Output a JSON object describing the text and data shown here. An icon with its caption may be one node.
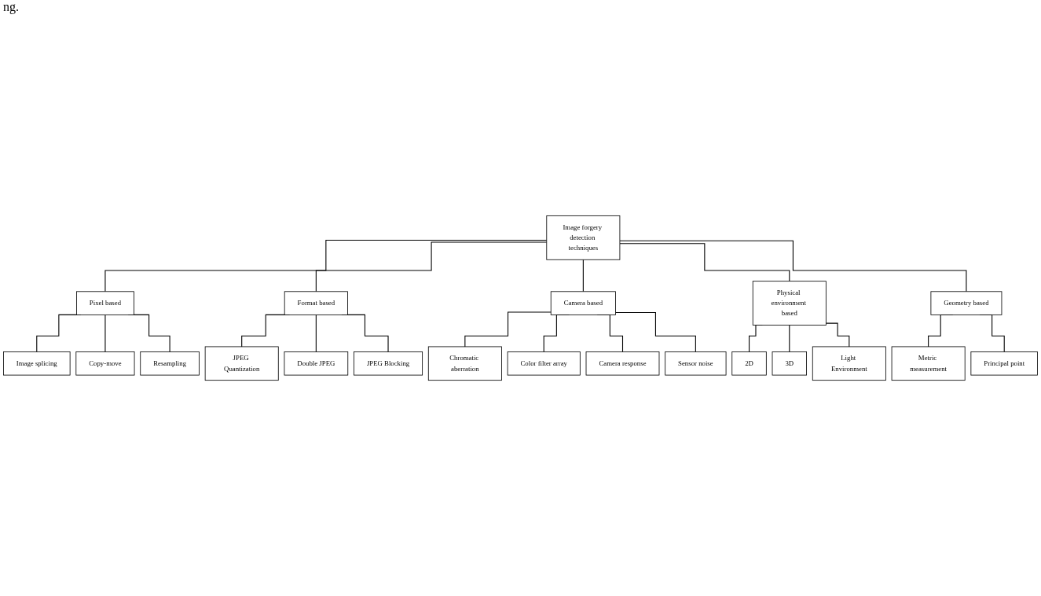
{
  "diagram": {
    "nodes": [
      {
        "text": [
          "Image forgery detection techniques"
        ]
      },
      {
        "text": [
          "Pixel based"
        ]
      },
      {
        "text": [
          "Format based"
        ]
      },
      {
        "text": [
          "Camera based"
        ]
      },
      {
        "text": [
          "Physical environment based"
        ]
      },
      {
        "text": [
          "Geometry based"
        ]
      },
      {
        "text": [
          "Image splicing"
        ]
      },
      {
        "text": [
          "Copy-move"
        ]
      },
      {
        "text": [
          "Resampling"
        ]
      },
      {
        "text": [
          "JPEG Quantization"
        ]
      },
      {
        "text": [
          "Double JPEG"
        ]
      },
      {
        "text": [
          "JPEG Blocking"
        ]
      },
      {
        "text": [
          "Chromatic aberration"
        ]
      },
      {
        "text": [
          "Color filter array"
        ]
      },
      {
        "text": [
          "Camera response"
        ]
      },
      {
        "text": [
          "Sensor noise"
        ]
      },
      {
        "text": [
          "2D"
        ]
      },
      {
        "text": [
          "3D"
        ]
      },
      {
        "text": [
          "Light Environment"
        ]
      },
      {
        "text": [
          "Metric measurement"
        ]
      },
      {
        "text": [
          "Principal point"
        ]
      }
    ],
    "edges": [
      {
        "from": 0,
        "to": 1,
        "arrow": "none"
      },
      {
        "from": 0,
        "to": 2,
        "arrow": "none"
      },
      {
        "from": 0,
        "to": 3,
        "arrow": "none"
      },
      {
        "from": 0,
        "to": 4,
        "arrow": "none"
      },
      {
        "from": 0,
        "to": 5,
        "arrow": "none"
      },
      {
        "from": 1,
        "to": 6,
        "arrow": "none"
      },
      {
        "from": 1,
        "to": 7,
        "arrow": "none"
      },
      {
        "from": 1,
        "to": 8,
        "arrow": "none"
      },
      {
        "from": 2,
        "to": 9,
        "arrow": "none"
      },
      {
        "from": 2,
        "to": 10,
        "arrow": "none"
      },
      {
        "from": 2,
        "to": 11,
        "arrow": "none"
      },
      {
        "from": 3,
        "to": 12,
        "arrow": "none"
      },
      {
        "from": 3,
        "to": 13,
        "arrow": "none"
      },
      {
        "from": 3,
        "to": 14,
        "arrow": "none"
      },
      {
        "from": 3,
        "to": 15,
        "arrow": "none"
      },
      {
        "from": 4,
        "to": 16,
        "arrow": "none"
      },
      {
        "from": 4,
        "to": 17,
        "arrow": "none"
      },
      {
        "from": 4,
        "to": 18,
        "arrow": "none"
      },
      {
        "from": 5,
        "to": 19,
        "arrow": "none"
      },
      {
        "from": 5,
        "to": 20,
        "arrow": "none"
      }
    ],
    "labels": [
      "ng."
    ]
  }
}
